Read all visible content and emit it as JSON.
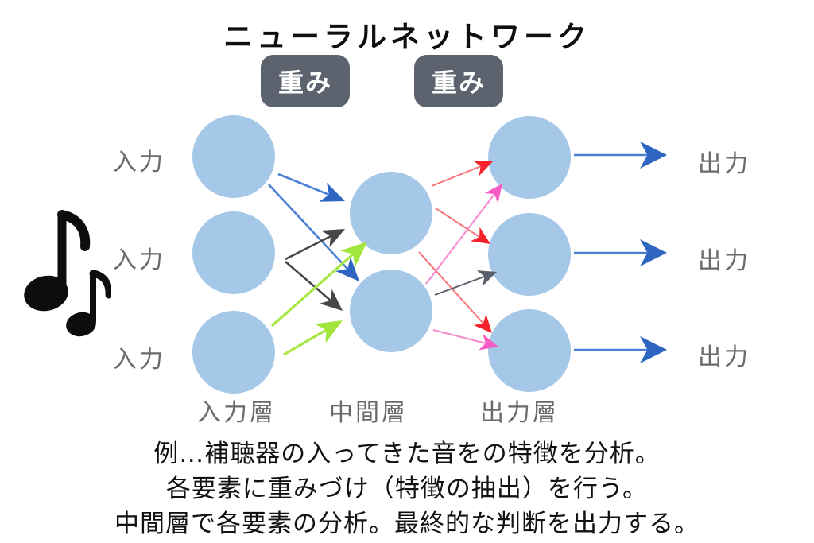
{
  "title": "ニューラルネットワーク",
  "weights": {
    "left_label": "重み",
    "right_label": "重み"
  },
  "network": {
    "input_labels": [
      "入力",
      "入力",
      "入力"
    ],
    "output_labels": [
      "出力",
      "出力",
      "出力"
    ],
    "layer_labels": [
      "入力層",
      "中間層",
      "出力層"
    ]
  },
  "caption": {
    "line1": "例…補聴器の入ってきた音をの特徴を分析。",
    "line2": "各要素に重みづけ（特徴の抽出）を行う。",
    "line3": "中間層で各要素の分析。最終的な判断を出力する。"
  },
  "icons": {
    "music": "music-notes-icon"
  },
  "colors": {
    "node": "#a5c8e9",
    "box_bg": "#5c636e",
    "label_gray": "#6a6a6a",
    "blueL": "#4a7fd4",
    "blueH": "#2e65c0",
    "dark": "#474747",
    "greenL": "#a6e743",
    "greenH": "#a2e63c",
    "redL": "#f8737b",
    "redH": "#f7212b",
    "pinkL": "#f787cd",
    "pinkH": "#f75bc3",
    "grayL": "#5a626e",
    "grayH": "#57606b",
    "icon_black": "#0d0d0d"
  }
}
